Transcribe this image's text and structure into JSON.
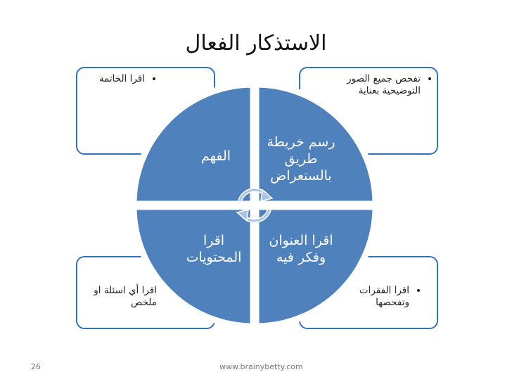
{
  "slide": {
    "title": "الاستذكار الفعال",
    "page_number": "26",
    "website": "www.brainybetty.com"
  },
  "quadrants": [
    {
      "id": "top-left",
      "label": "الفهم",
      "note": "اقرا الخاتمة"
    },
    {
      "id": "top-right",
      "label": "رسم خريطة طريق بالستعراض",
      "note": "تفحص جميع الصور التوضيحية بعناية"
    },
    {
      "id": "bottom-left",
      "label": "اقرا المحتويات",
      "note": "اقرا أي اسئلة او ملخص"
    },
    {
      "id": "bottom-right",
      "label": "اقرا العنوان وفكر فيه",
      "note": "اقرا الفقرات وتفحصها"
    }
  ],
  "colors": {
    "circle_fill": "#4f81bd",
    "box_border": "#2f73c0",
    "circle_border": "#ffffff"
  },
  "icons": {
    "center": "cycle-arrows-icon"
  }
}
